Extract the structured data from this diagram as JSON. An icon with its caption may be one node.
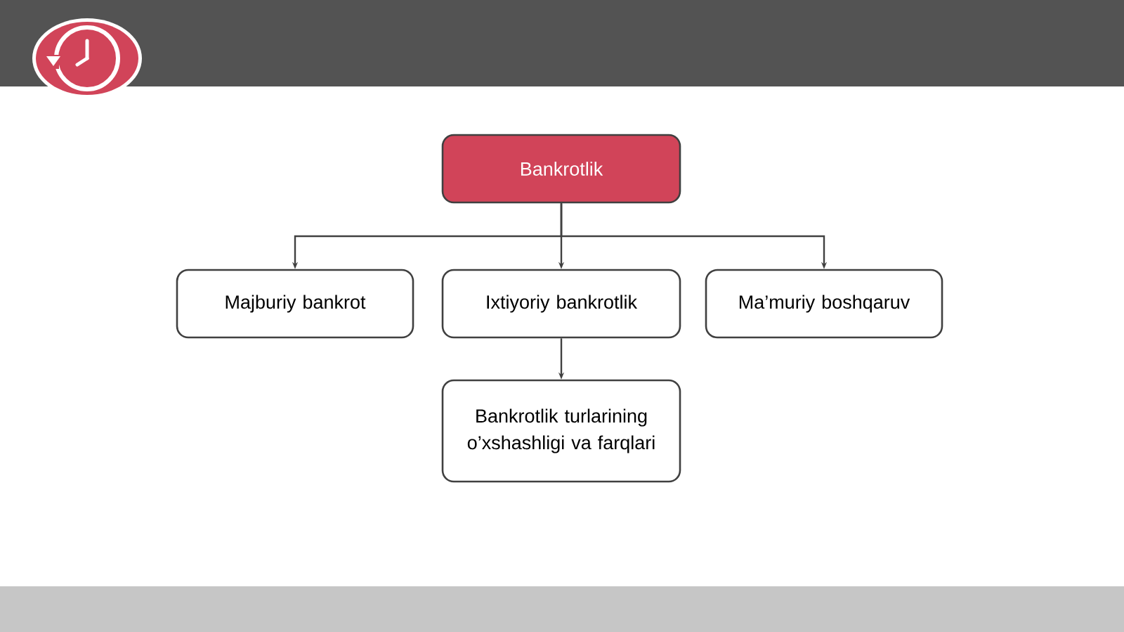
{
  "diagram": {
    "nodes": [
      {
        "text": [
          "Bankrotlik"
        ]
      },
      {
        "text": [
          "Majburiy bankrot"
        ]
      },
      {
        "text": [
          "Ixtiyoriy bankrotlik"
        ]
      },
      {
        "text": [
          "Ma’muriy boshqaruv"
        ]
      },
      {
        "text": [
          "Bankrotlik turlarining o’xshashligi va farqlari"
        ]
      }
    ],
    "edges": [
      {
        "from": 0,
        "to": 1,
        "arrow": "to"
      },
      {
        "from": 0,
        "to": 2,
        "arrow": "to"
      },
      {
        "from": 0,
        "to": 3,
        "arrow": "to"
      },
      {
        "from": 2,
        "to": 4,
        "arrow": "to"
      }
    ]
  }
}
